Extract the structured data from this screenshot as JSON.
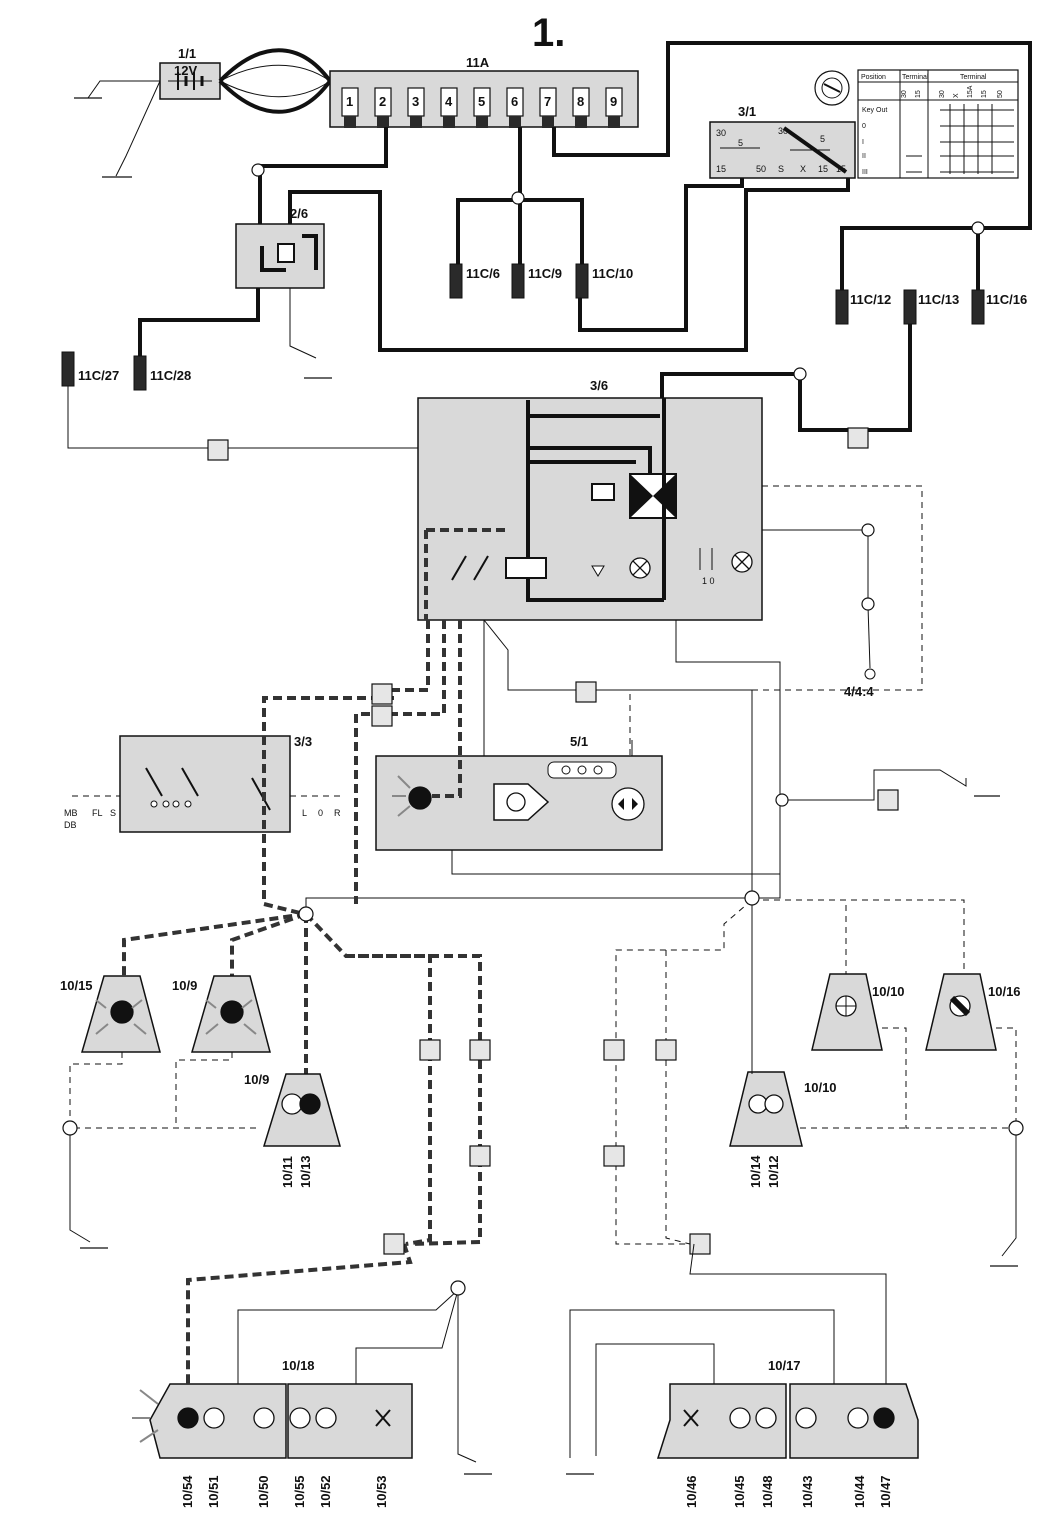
{
  "title": "1.",
  "battery": {
    "ref": "1/1",
    "voltage": "12V"
  },
  "fuse_box": {
    "ref": "11A",
    "fuses": [
      "1",
      "2",
      "3",
      "4",
      "5",
      "6",
      "7",
      "8",
      "9"
    ]
  },
  "ignition_switch": {
    "ref": "3/1",
    "terminals_top": "30",
    "terminal_5": "5",
    "terminals_bottom": [
      "15",
      "50",
      "S",
      "X",
      "15",
      "15"
    ],
    "table_header_position": "Position",
    "table_header_terminal": "Terminal",
    "table_header_terminal2": "Terminal",
    "table_cols": [
      "30",
      "15",
      "30",
      "X",
      "15A",
      "15",
      "50"
    ],
    "table_rows": [
      "Key Out",
      "0",
      "I",
      "II",
      "III"
    ]
  },
  "relay_2_6": {
    "ref": "2/6"
  },
  "connectors": {
    "c11c6": "11C/6",
    "c11c9": "11C/9",
    "c11c10": "11C/10",
    "c11c12": "11C/12",
    "c11c13": "11C/13",
    "c11c16": "11C/16",
    "c11c27": "11C/27",
    "c11c28": "11C/28"
  },
  "module_3_6": {
    "ref": "3/6",
    "switch_label": "1 0"
  },
  "switch_3_3": {
    "ref": "3/3",
    "left_labels": [
      "MB",
      "DB",
      "FL",
      "S"
    ],
    "right_labels": [
      "L",
      "0",
      "R"
    ]
  },
  "cluster_5_1": {
    "ref": "5/1"
  },
  "ground_ref": "4/4:4",
  "lamps": {
    "l10_15": "10/15",
    "l10_9a": "10/9",
    "l10_9b": "10/9",
    "l10_11": "10/11",
    "l10_13": "10/13",
    "l10_10a": "10/10",
    "l10_16": "10/16",
    "l10_10b": "10/10",
    "l10_14": "10/14",
    "l10_12": "10/12"
  },
  "rear_left": {
    "ref": "10/18",
    "labels": [
      "10/54",
      "10/51",
      "10/50",
      "10/55",
      "10/52",
      "10/53"
    ]
  },
  "rear_right": {
    "ref": "10/17",
    "labels": [
      "10/46",
      "10/45",
      "10/48",
      "10/43",
      "10/44",
      "10/47"
    ]
  }
}
